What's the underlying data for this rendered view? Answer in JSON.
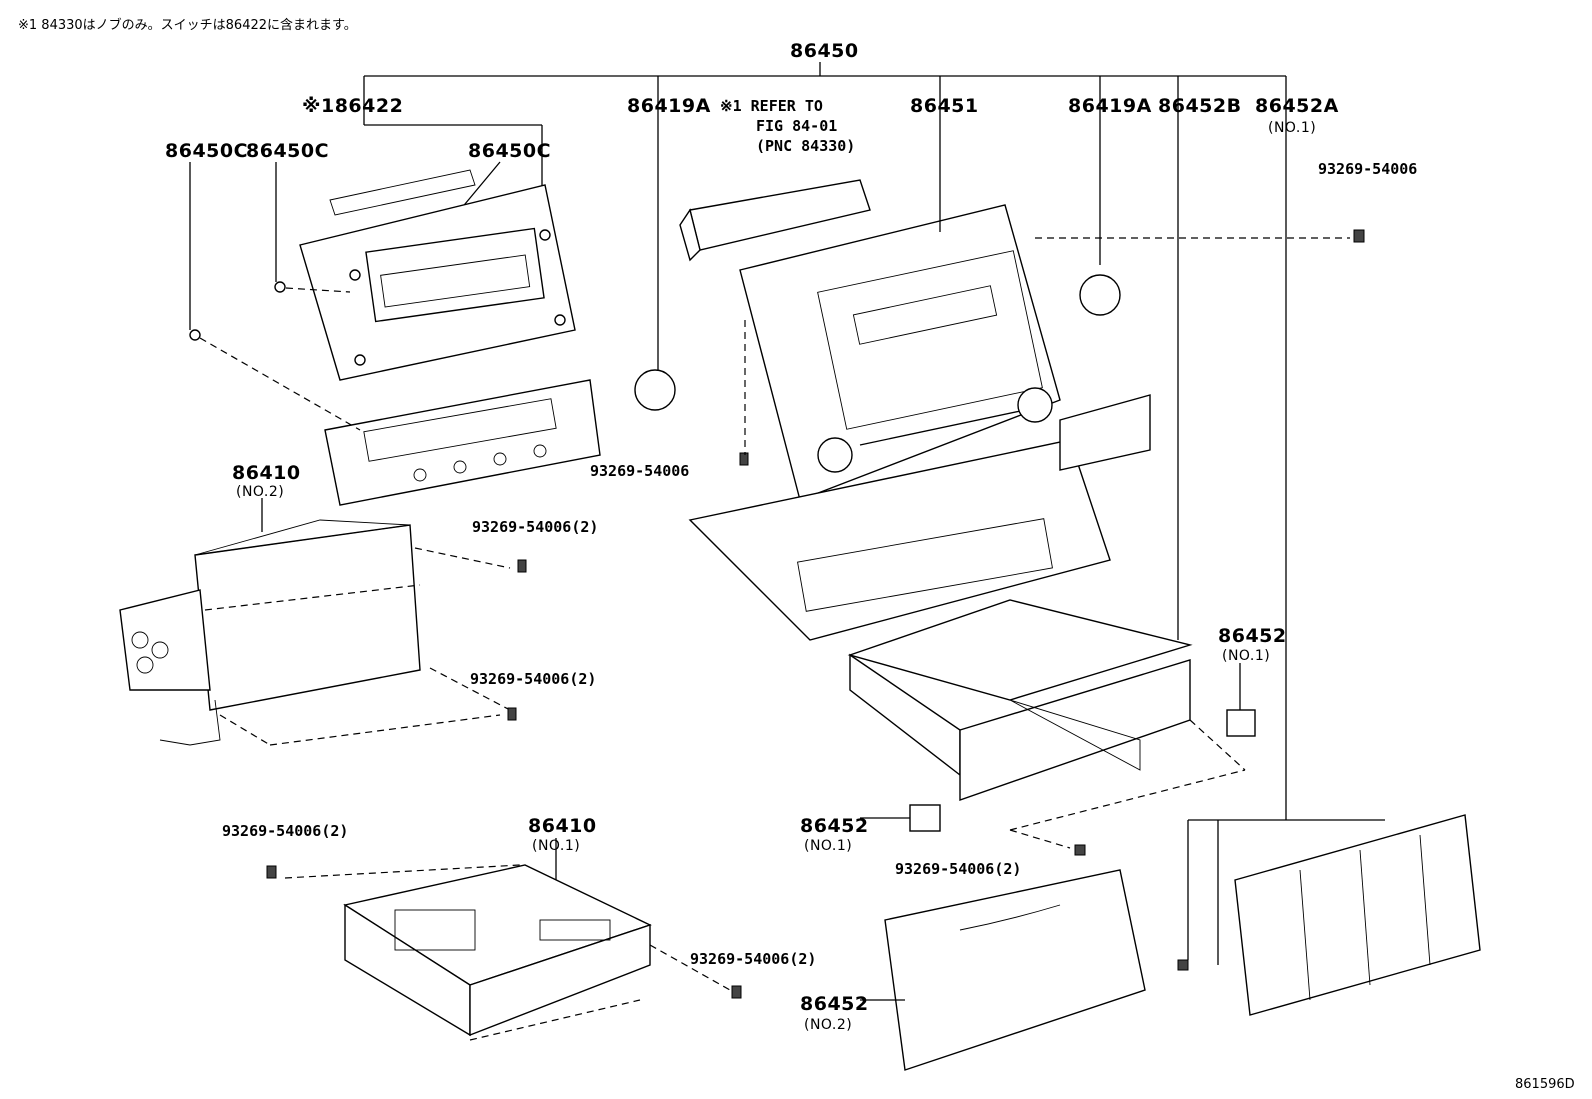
{
  "note": "※1 84330はノブのみ。スイッチは86422に含まれます。",
  "diagram_code": "861596D",
  "labels": {
    "p86450": "86450",
    "p86422": "※186422",
    "p86450c_a": "86450C",
    "p86450c_b": "86450C",
    "p86450c_c": "86450C",
    "p86419a_left": "86419A",
    "refer_line1": "※1 REFER TO",
    "refer_line2": "FIG 84-01",
    "refer_line3": "(PNC 84330)",
    "p86451": "86451",
    "p86419a_right": "86419A",
    "p86452b": "86452B",
    "p86452a": "86452A",
    "p86452a_sub": "(NO.1)",
    "bolt_top_right": "93269-54006",
    "bolt_center": "93269-54006",
    "p86410_no2": "86410",
    "p86410_no2_sub": "(NO.2)",
    "bolt_2a": "93269-54006(2)",
    "bolt_2b": "93269-54006(2)",
    "p86452_right": "86452",
    "p86452_right_sub": "(NO.1)",
    "bolt_2c": "93269-54006(2)",
    "p86410_no1": "86410",
    "p86410_no1_sub": "(NO.1)",
    "p86452_mid": "86452",
    "p86452_mid_sub": "(NO.1)",
    "bolt_2d": "93269-54006(2)",
    "bolt_2e": "93269-54006(2)",
    "p86452_no2": "86452",
    "p86452_no2_sub": "(NO.2)"
  }
}
